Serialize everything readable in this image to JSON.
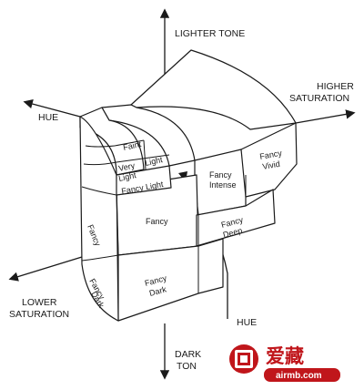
{
  "axes": {
    "lighter_tone": "LIGHTER TONE",
    "darker_tone": [
      "DARK",
      "TON"
    ],
    "higher_saturation": [
      "HIGHER",
      "SATURATION"
    ],
    "lower_saturation": [
      "LOWER",
      "SATURATION"
    ],
    "hue_left": "HUE",
    "hue_bottom": "HUE"
  },
  "grades": {
    "faint": "Faint",
    "very_light": [
      "Very",
      "Light"
    ],
    "fancy_light": "Fancy Light",
    "fancy_left": "Fancy",
    "fancy_front": "Fancy",
    "fancy_intense": [
      "Fancy",
      "Intense"
    ],
    "fancy_vivid": [
      "Fancy",
      "Vivid"
    ],
    "fancy_deep": [
      "Fancy",
      "Deep"
    ],
    "fancy_dark_left": [
      "Fancy",
      "Dark"
    ],
    "fancy_dark_front": [
      "Fancy",
      "Dark"
    ]
  },
  "watermark": {
    "brand": "爱藏",
    "url": "airmb.com"
  },
  "colors": {
    "line": "#1a1a1a",
    "watermark_red": "#c0161b"
  }
}
